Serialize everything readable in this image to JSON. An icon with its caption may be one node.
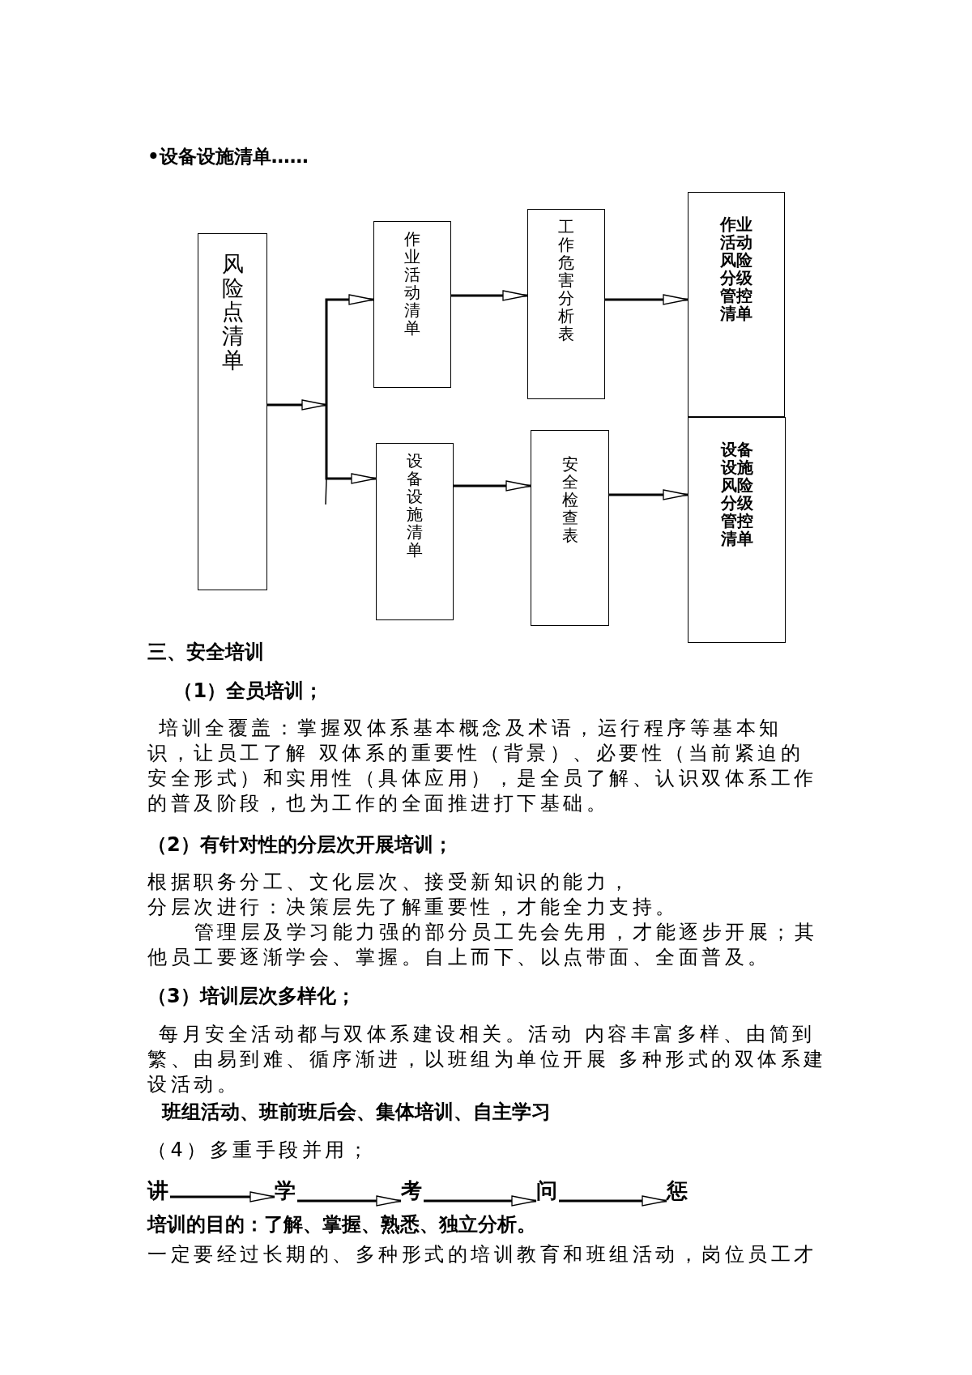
{
  "diagram": {
    "title": "•设备设施清单……",
    "nodes": [
      {
        "text": [
          "风险点清单"
        ]
      },
      {
        "text": [
          "作业活动清单"
        ]
      },
      {
        "text": [
          "工作危害分析表"
        ]
      },
      {
        "text": [
          "作业活动风险分级管控清单"
        ]
      },
      {
        "text": [
          "设备设施清单"
        ]
      },
      {
        "text": [
          "安全检查表"
        ]
      },
      {
        "text": [
          "设备设施风险分级管控清单"
        ]
      },
      {
        "text": [
          "讲"
        ]
      },
      {
        "text": [
          "学"
        ]
      },
      {
        "text": [
          "考"
        ]
      },
      {
        "text": [
          "问"
        ]
      },
      {
        "text": [
          "惩"
        ]
      }
    ],
    "edges": [
      {
        "from": 0,
        "to": 1,
        "arrow": "to"
      },
      {
        "from": 0,
        "to": 4,
        "arrow": "to"
      },
      {
        "from": 1,
        "to": 2,
        "arrow": "to"
      },
      {
        "from": 2,
        "to": 3,
        "arrow": "to"
      },
      {
        "from": 4,
        "to": 5,
        "arrow": "to"
      },
      {
        "from": 5,
        "to": 6,
        "arrow": "to"
      },
      {
        "from": 7,
        "to": 8,
        "arrow": "to"
      },
      {
        "from": 8,
        "to": 9,
        "arrow": "to"
      },
      {
        "from": 9,
        "to": 10,
        "arrow": "to"
      },
      {
        "from": 10,
        "to": 11,
        "arrow": "to"
      }
    ],
    "labels": [
      "三、安全培训",
      "（1）全员培训；",
      "培训全覆盖：掌握双体系基本概念及术语，运行程序等基本知识，让员工了解 双体系的重要性（背景）、必要性（当前紧迫的安全形式）和实用性（具体应用），是全员了解、认识双体系工作的普及阶段，也为工作的全面推进打下基础。",
      "（2）有针对性的分层次开展培训；",
      "根据职务分工、文化层次、接受新知识的能力，",
      "分层次进行：决策层先了解重要性，才能全力支持。",
      "管理层及学习能力强的部分员工先会先用，才能逐步开展；其他员工要逐渐学会、掌握。自上而下、以点带面、全面普及。",
      "（3）培训层次多样化；",
      "每月安全活动都与双体系建设相关。活动 内容丰富多样、由简到繁、由易到难、循序渐进，以班组为单位开展 多种形式的双体系建设活动。",
      "班组活动、班前班后会、集体培训、自主学习",
      "（4）多重手段并用；",
      "培训的目的：了解、掌握、熟悉、独立分析。",
      "一定要经过长期的、多种形式的培训教育和班组活动，岗位员工才"
    ]
  }
}
